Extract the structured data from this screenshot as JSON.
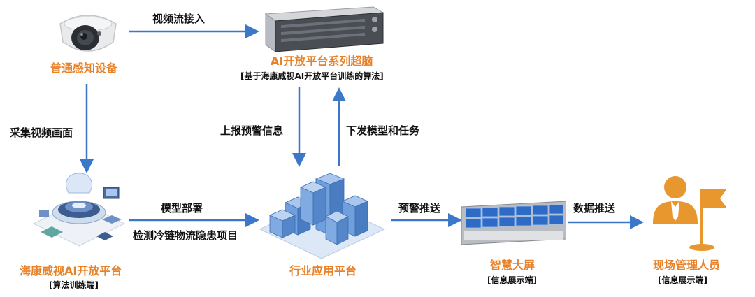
{
  "nodes": {
    "sensor": {
      "title": "普通感知设备"
    },
    "ai_box": {
      "title": "AI开放平台系列超脑",
      "subtitle": "[基于海康威视AI开放平台训练的算法]"
    },
    "training": {
      "title": "海康威视AI开放平台",
      "subtitle": "[算法训练端]"
    },
    "industry": {
      "title": "行业应用平台"
    },
    "screen": {
      "title": "智慧大屏",
      "subtitle": "[信息展示端]"
    },
    "staff": {
      "title": "现场管理人员",
      "subtitle": "[信息展示端]"
    }
  },
  "edges": {
    "video_in": "视频流接入",
    "capture": "采集视频画面",
    "report": "上报预警信息",
    "dispatch": "下发模型和任务",
    "deploy": "模型部署",
    "detect": "检测冷链物流隐患项目",
    "push_alert": "预警推送",
    "push_data": "数据推送"
  },
  "colors": {
    "arrow": "#3b78c9",
    "title": "#e8822a",
    "building": "#6f9fdc",
    "staff": "#e8962e"
  }
}
